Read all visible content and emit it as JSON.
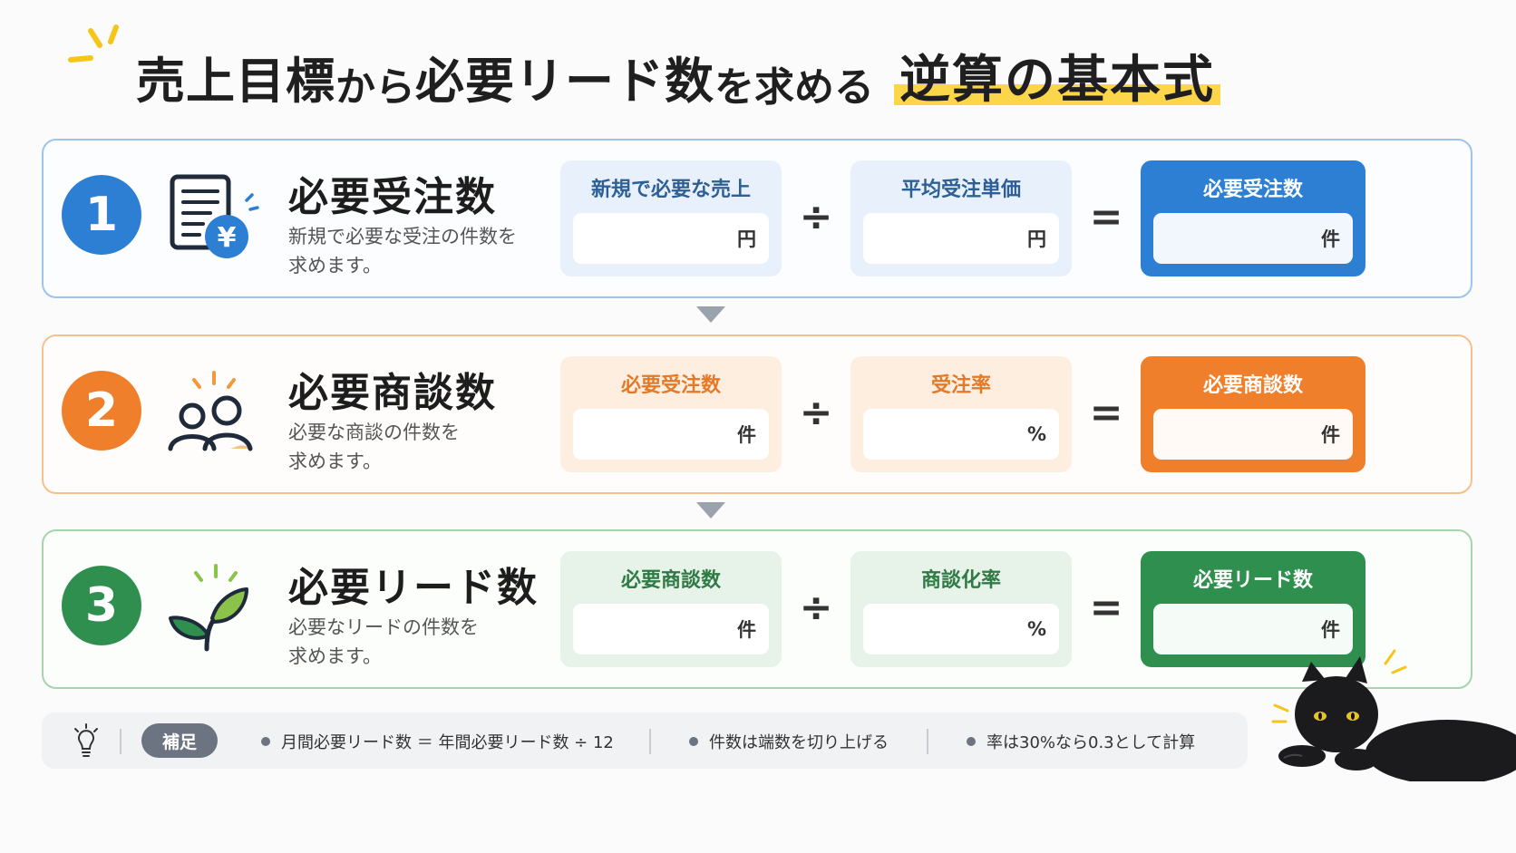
{
  "title": {
    "part1": "売上目標",
    "part2": "から",
    "part3": "必要リード数",
    "part4": "を求める",
    "highlight": "逆算の基本式"
  },
  "steps": [
    {
      "number": "1",
      "title": "必要受注数",
      "description": "新規で必要な受注の件数を\n求めます。",
      "icon": "document-yen-icon",
      "color": "#2d7fd3",
      "input1": {
        "label": "新規で必要な売上",
        "unit": "円"
      },
      "operator": "÷",
      "input2": {
        "label": "平均受注単価",
        "unit": "円"
      },
      "equals": "=",
      "result": {
        "label": "必要受注数",
        "unit": "件"
      }
    },
    {
      "number": "2",
      "title": "必要商談数",
      "description": "必要な商談の件数を\n求めます。",
      "icon": "people-icon",
      "color": "#ef7f2a",
      "input1": {
        "label": "必要受注数",
        "unit": "件"
      },
      "operator": "÷",
      "input2": {
        "label": "受注率",
        "unit": "%"
      },
      "equals": "=",
      "result": {
        "label": "必要商談数",
        "unit": "件"
      }
    },
    {
      "number": "3",
      "title": "必要リード数",
      "description": "必要なリードの件数を\n求めます。",
      "icon": "sprout-icon",
      "color": "#2f8f4e",
      "input1": {
        "label": "必要商談数",
        "unit": "件"
      },
      "operator": "÷",
      "input2": {
        "label": "商談化率",
        "unit": "%"
      },
      "equals": "=",
      "result": {
        "label": "必要リード数",
        "unit": "件"
      }
    }
  ],
  "footer": {
    "badge": "補足",
    "notes": [
      "月間必要リード数 ＝ 年間必要リード数 ÷ 12",
      "件数は端数を切り上げる",
      "率は30%なら0.3として計算"
    ]
  }
}
